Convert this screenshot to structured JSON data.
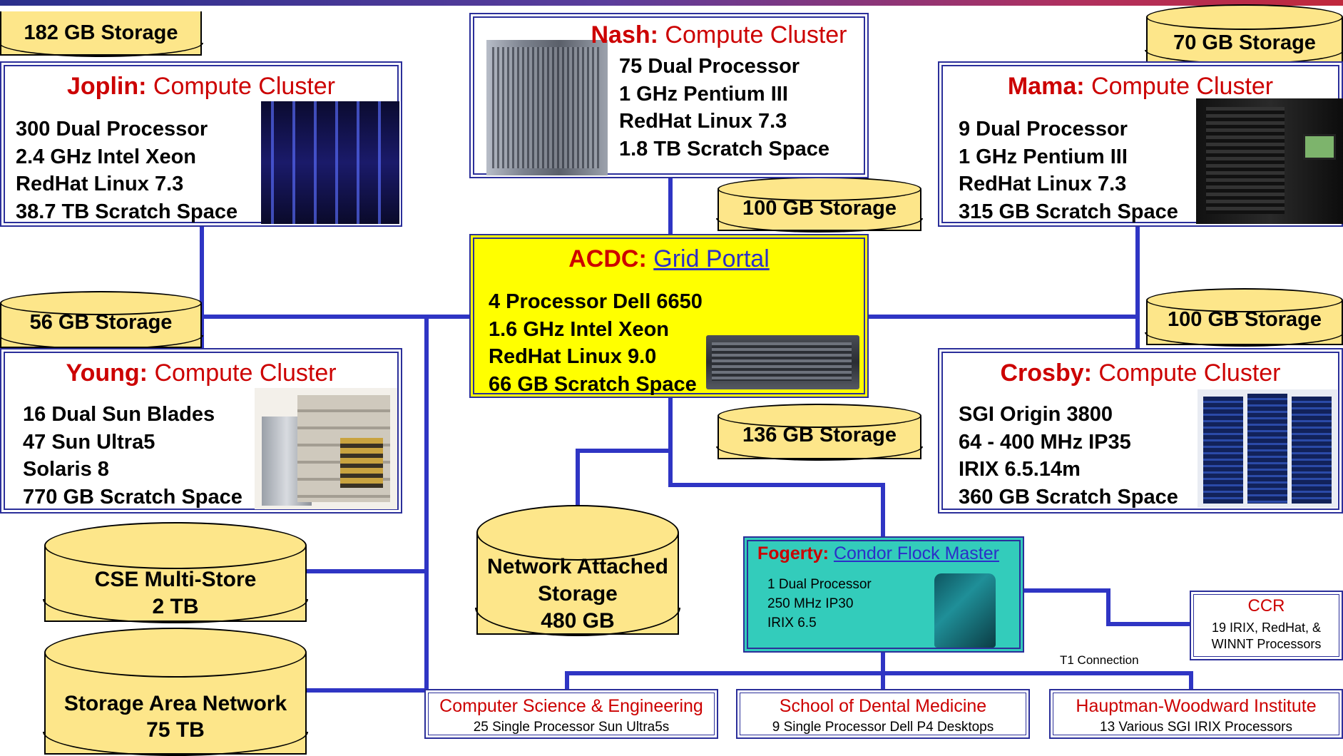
{
  "clusters": {
    "nash": {
      "name": "Nash:",
      "type": "Compute Cluster",
      "specs": [
        "75 Dual Processor",
        "1 GHz Pentium III",
        "RedHat Linux 7.3",
        "1.8 TB Scratch Space"
      ]
    },
    "joplin": {
      "name": "Joplin:",
      "type": "Compute Cluster",
      "specs": [
        "300 Dual Processor",
        "2.4 GHz Intel Xeon",
        "RedHat Linux 7.3",
        "38.7 TB Scratch Space"
      ]
    },
    "mama": {
      "name": "Mama:",
      "type": "Compute Cluster",
      "specs": [
        "9 Dual Processor",
        "1 GHz Pentium III",
        "RedHat Linux 7.3",
        "315 GB Scratch Space"
      ]
    },
    "acdc": {
      "name": "ACDC:",
      "type": "Grid Portal",
      "specs": [
        "4 Processor Dell 6650",
        "1.6 GHz Intel Xeon",
        "RedHat Linux 9.0",
        "66 GB Scratch Space"
      ]
    },
    "young": {
      "name": "Young:",
      "type": "Compute Cluster",
      "specs": [
        "16 Dual Sun Blades",
        "47 Sun Ultra5",
        "Solaris 8",
        "770 GB Scratch Space"
      ]
    },
    "crosby": {
      "name": "Crosby:",
      "type": "Compute Cluster",
      "specs": [
        "SGI Origin 3800",
        "64 - 400 MHz IP35",
        "IRIX 6.5.14m",
        "360 GB Scratch Space"
      ]
    },
    "fogerty": {
      "name": "Fogerty:",
      "type": "Condor Flock Master",
      "specs": [
        "1 Dual Processor",
        "250 MHz IP30",
        "IRIX 6.5"
      ]
    }
  },
  "storage": {
    "s182": "182 GB Storage",
    "s70": "70 GB Storage",
    "s100nash": "100 GB Storage",
    "s56": "56 GB Storage",
    "s100crosby": "100 GB Storage",
    "s136": "136 GB Storage",
    "cse": [
      "CSE Multi-Store",
      "2 TB"
    ],
    "nas": [
      "Network Attached",
      "Storage",
      "480 GB"
    ],
    "san": [
      "Storage Area Network",
      "75 TB"
    ]
  },
  "sites": {
    "ccr": {
      "title": "CCR",
      "lines": [
        "19 IRIX, RedHat, &",
        "WINNT Processors"
      ]
    },
    "cse": {
      "title": "Computer Science & Engineering",
      "sub": "25 Single Processor Sun Ultra5s"
    },
    "dental": {
      "title": "School of Dental Medicine",
      "sub": "9 Single Processor Dell P4 Desktops"
    },
    "hauptman": {
      "title": "Hauptman-Woodward Institute",
      "sub": "13 Various SGI IRIX Processors"
    }
  },
  "t1_label": "T1 Connection",
  "colors": {
    "line": "#2f35c4",
    "title_red": "#cc0000",
    "acdc_fill": "#ffff00",
    "fogerty_fill": "#33ccbb",
    "storage_fill": "#fde68a"
  }
}
